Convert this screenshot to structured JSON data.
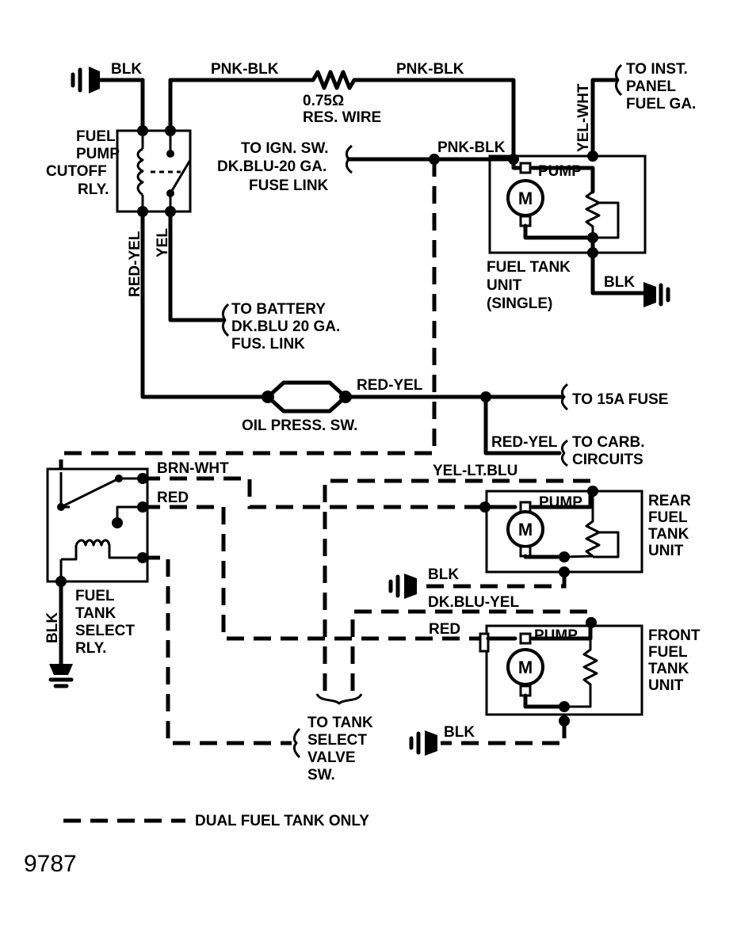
{
  "wires": {
    "blk_top": "BLK",
    "pnk_blk_1": "PNK-BLK",
    "pnk_blk_2": "PNK-BLK",
    "pnk_blk_3": "PNK-BLK",
    "yel_wht": "YEL-WHT",
    "red_yel_vert": "RED-YEL",
    "yel_vert": "YEL",
    "red_yel_oil": "RED-YEL",
    "red_yel_carb": "RED-YEL",
    "brn_wht": "BRN-WHT",
    "red_1": "RED",
    "yel_lt_blu": "YEL-LT.BLU",
    "blk_rear": "BLK",
    "dk_blu_yel": "DK.BLU-YEL",
    "red_2": "RED",
    "blk_left": "BLK",
    "blk_front": "BLK",
    "blk_single": "BLK"
  },
  "res_wire": [
    "0.75Ω",
    "RES. WIRE"
  ],
  "to_inst_panel": [
    "TO INST.",
    "PANEL",
    "FUEL GA."
  ],
  "relay_cutoff": [
    "FUEL",
    "PUMP",
    "CUTOFF",
    "RLY."
  ],
  "to_ign_sw": [
    "TO IGN. SW.",
    "DK.BLU-20 GA.",
    "FUSE LINK"
  ],
  "to_battery": [
    "TO BATTERY",
    "DK.BLU 20 GA.",
    "FUS. LINK"
  ],
  "fuel_tank_single": [
    "FUEL TANK",
    "UNIT",
    "(SINGLE)"
  ],
  "oil_press_sw": "OIL PRESS. SW.",
  "to_15a_fuse": "TO 15A FUSE",
  "to_carb": [
    "TO CARB.",
    "CIRCUITS"
  ],
  "pump_label": "PUMP",
  "motor_label": "M",
  "rear_unit": [
    "REAR",
    "FUEL",
    "TANK",
    "UNIT"
  ],
  "front_unit": [
    "FRONT",
    "FUEL",
    "TANK",
    "UNIT"
  ],
  "relay_select": [
    "FUEL",
    "TANK",
    "SELECT",
    "RLY."
  ],
  "to_tank_select": [
    "TO TANK",
    "SELECT",
    "VALVE",
    "SW."
  ],
  "legend": "DUAL FUEL TANK ONLY",
  "figure_number": "9787"
}
